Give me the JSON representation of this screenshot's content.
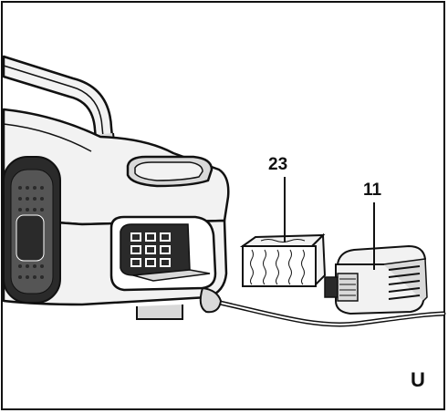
{
  "callouts": {
    "foam_insert": "23",
    "filter_cover": "11"
  },
  "panel_letter": "U",
  "colors": {
    "line": "#111111",
    "fill_light": "#f2f2f2",
    "fill_mid": "#d9d9d9",
    "fill_dark": "#2a2a2a",
    "background": "#ffffff"
  }
}
